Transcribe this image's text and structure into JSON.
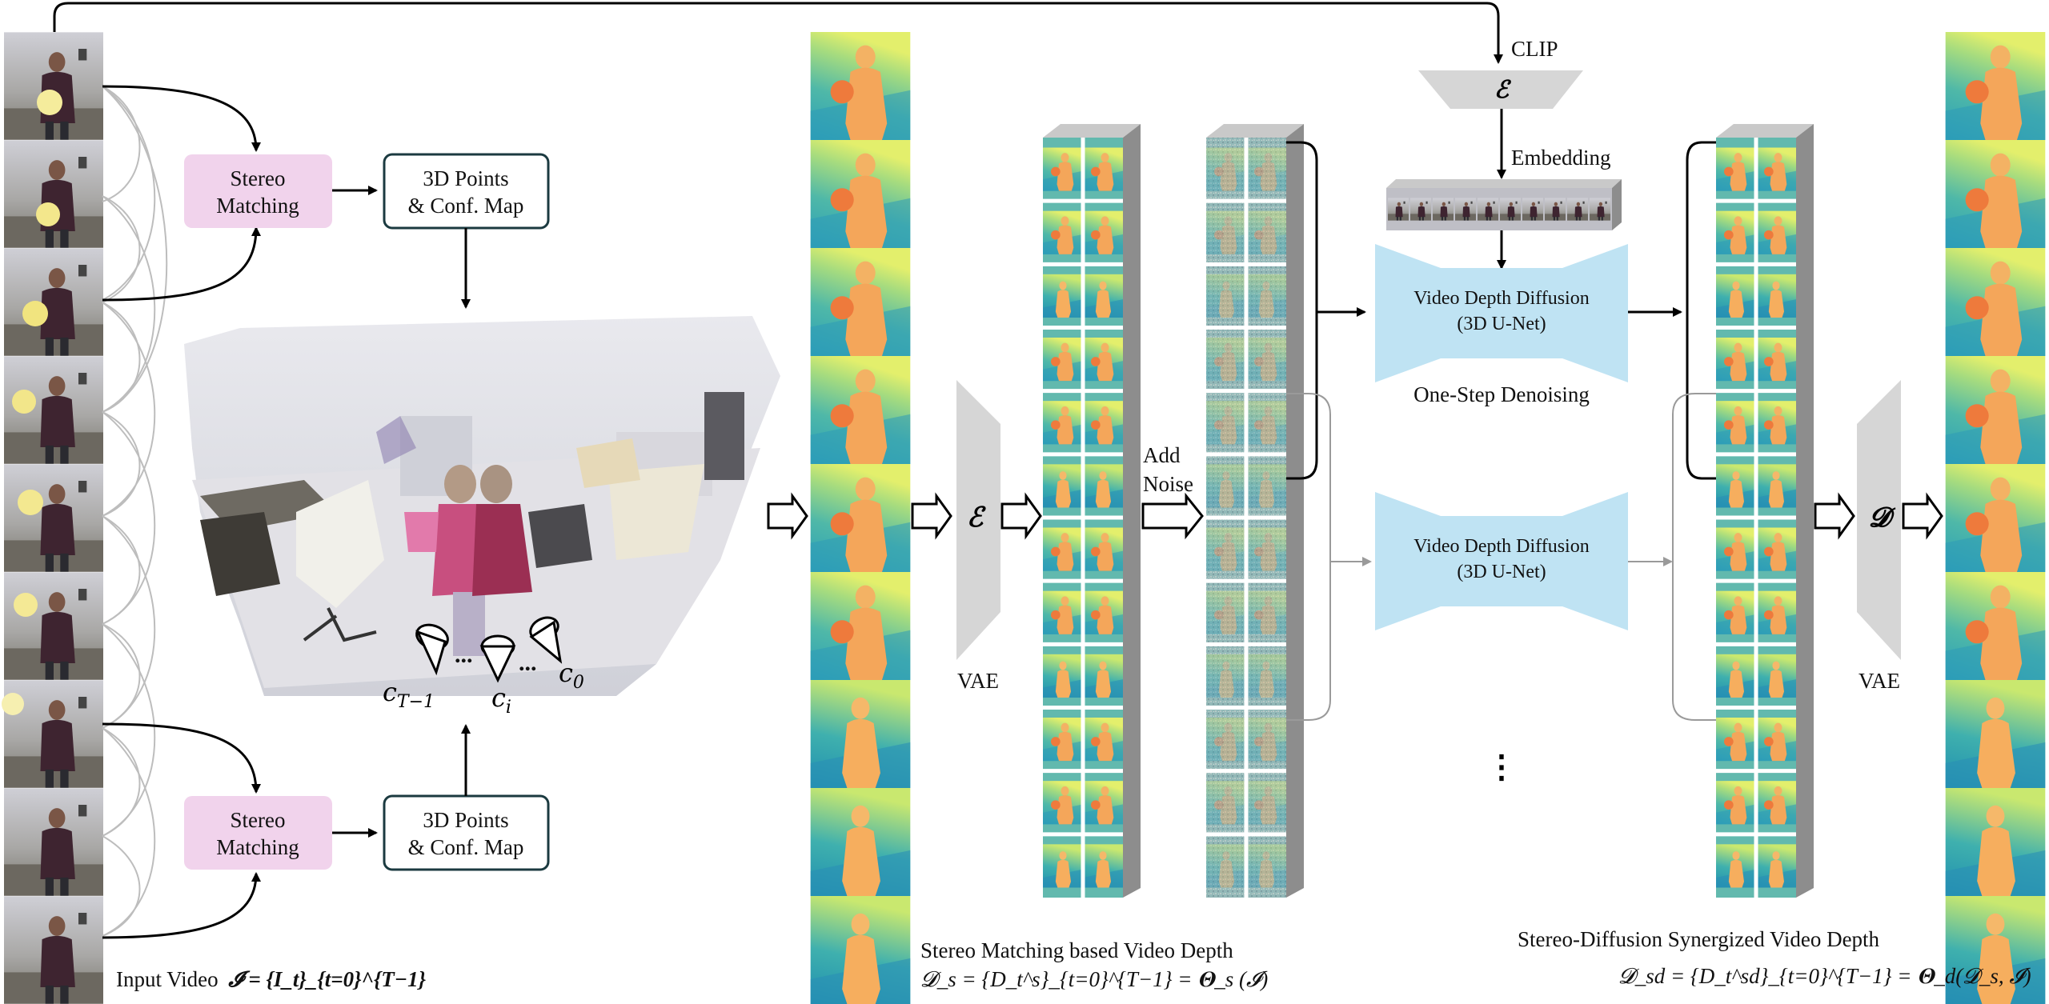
{
  "colors": {
    "stereo_box_fill": "#f1d3ec",
    "points_box_stroke": "#1b3a40",
    "unet_fill": "#bfe3f3",
    "vae_fill": "#d6d6d6",
    "depth_hot": "#f4a65a",
    "depth_mid": "#4fb8a8",
    "depth_far": "#d9ec6a",
    "arrow_black": "#000000",
    "arrow_gray": "#9a9a9a"
  },
  "icons": {
    "encoder_symbol": "script-E",
    "decoder_symbol": "script-D",
    "camera_icon": "cone-camera-icon"
  },
  "labels": {
    "stereo_matching_top_l1": "Stereo",
    "stereo_matching_top_l2": "Matching",
    "points_top_l1": "3D Points",
    "points_top_l2": "& Conf. Map",
    "stereo_matching_bottom_l1": "Stereo",
    "stereo_matching_bottom_l2": "Matching",
    "points_bottom_l1": "3D Points",
    "points_bottom_l2": "& Conf. Map",
    "camera_left": "c",
    "camera_left_sub": "T−1",
    "camera_mid": "c",
    "camera_mid_sub": "i",
    "camera_right": "c",
    "camera_right_sub": "0",
    "cam_dots_1": "...",
    "cam_dots_2": "...",
    "vae_left": "VAE",
    "vae_right": "VAE",
    "encoder_left": "ℰ",
    "encoder_clip": "ℰ",
    "decoder": "𝓓",
    "add_noise_l1": "Add",
    "add_noise_l2": "Noise",
    "clip": "CLIP",
    "embedding": "Embedding",
    "unet_top_l1": "Video Depth Diffusion",
    "unet_top_l2": "(3D U-Net)",
    "unet_bottom_l1": "Video Depth Diffusion",
    "unet_bottom_l2": "(3D U-Net)",
    "one_step": "One-Step Denoising",
    "vdots": "⋮",
    "input_video_caption": "Input Video",
    "input_video_math": "𝓘 = {I_t}_{t=0}^{T−1}",
    "stereo_depth_caption": "Stereo Matching based Video Depth",
    "stereo_depth_math": "𝓓_s = {D_t^s}_{t=0}^{T−1} = 𝚯_s (𝓘)",
    "synergized_caption": "Stereo-Diffusion Synergized Video Depth",
    "synergized_math": "𝓓_sd = {D_t^sd}_{t=0}^{T−1} = 𝚯_d(𝓓_s, 𝓘)"
  }
}
